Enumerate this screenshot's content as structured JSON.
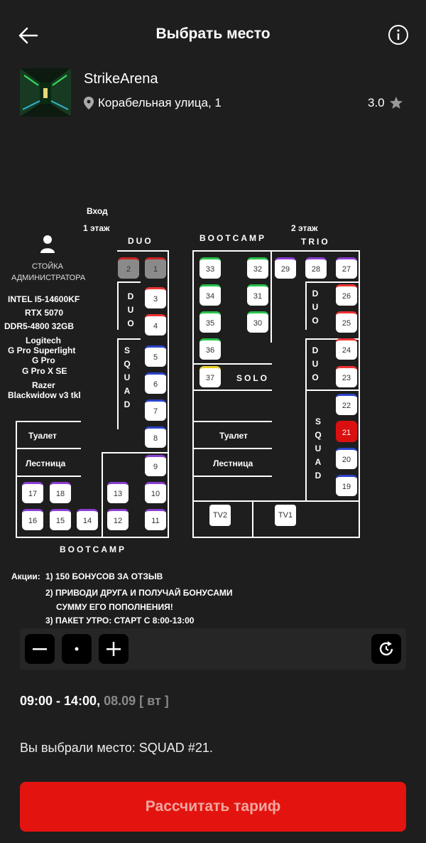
{
  "header": {
    "title": "Выбрать место"
  },
  "club": {
    "name": "StrikeArena",
    "address": "Корабельная улица, 1",
    "rating": "3.0"
  },
  "map": {
    "entrance": "Вход",
    "floor1": "1 этаж",
    "floor2": "2 этаж",
    "admin_line1": "СТОЙКА",
    "admin_line2": "АДМИНИСТРАТОРА",
    "specs": [
      "INTEL I5-14600KF",
      "RTX 5070",
      "DDR5-4800 32GB",
      "Logitech",
      "G Pro Superlight",
      "G Pro",
      "G Pro X SE",
      "Razer",
      "Blackwidow v3 tkl"
    ],
    "zones": {
      "duo_top": "DUO",
      "bootcamp_top": "BOOTCAMP",
      "trio": "TRIO",
      "bootcamp_bottom": "BOOTCAMP",
      "solo": "SOLO",
      "duo_v": "DUO",
      "squad_v": "SQUAD",
      "toilet1": "Туалет",
      "stairs1": "Лестница",
      "toilet2": "Туалет",
      "stairs2": "Лестница"
    },
    "seats": {
      "s1": "1",
      "s2": "2",
      "s3": "3",
      "s4": "4",
      "s5": "5",
      "s6": "6",
      "s7": "7",
      "s8": "8",
      "s9": "9",
      "s10": "10",
      "s11": "11",
      "s12": "12",
      "s13": "13",
      "s14": "14",
      "s15": "15",
      "s16": "16",
      "s17": "17",
      "s18": "18",
      "s19": "19",
      "s20": "20",
      "s21": "21",
      "s22": "22",
      "s23": "23",
      "s24": "24",
      "s25": "25",
      "s26": "26",
      "s27": "27",
      "s28": "28",
      "s29": "29",
      "s30": "30",
      "s31": "31",
      "s32": "32",
      "s33": "33",
      "s34": "34",
      "s35": "35",
      "s36": "36",
      "s37": "37",
      "tv1": "TV1",
      "tv2": "TV2"
    }
  },
  "promos": {
    "label": "Акции:",
    "p1": "1) 150 БОНУСОВ ЗА ОТЗЫВ",
    "p2": "2) ПРИВОДИ ДРУГА И ПОЛУЧАЙ БОНУСАМИ",
    "p2b": "СУММУ ЕГО ПОПОЛНЕНИЯ!",
    "p3": "3) ПАКЕТ УТРО: СТАРТ С 8:00-13:00"
  },
  "booking": {
    "time": "09:00 - 14:00,",
    "date": "08.09",
    "weekday": "[ вт ]",
    "chosen_label": "Вы выбрали место:",
    "chosen_value": "SQUAD #21."
  },
  "cta": {
    "label": "Рассчитать тариф"
  },
  "colors": {
    "accent": "#e3140f",
    "selected_seat": "#d9100f",
    "background": "#1e1e1e"
  },
  "icons": [
    "back-arrow-icon",
    "info-icon",
    "location-pin-icon",
    "star-icon",
    "admin-person-icon",
    "zoom-out-icon",
    "center-dot-icon",
    "zoom-in-icon",
    "refresh-clock-icon"
  ]
}
